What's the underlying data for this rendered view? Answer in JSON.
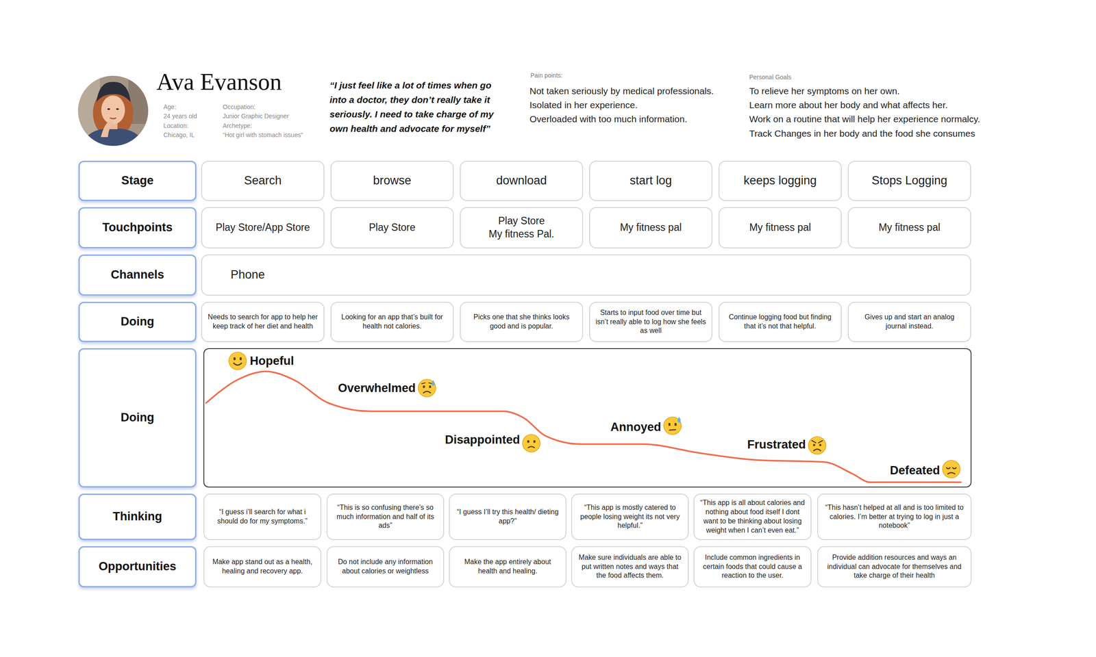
{
  "diagram": {
    "title": "Ava Evanson",
    "nodes": [
      {
        "text": [
          "Stage"
        ]
      },
      {
        "text": [
          "Search"
        ]
      },
      {
        "text": [
          "browse"
        ]
      },
      {
        "text": [
          "download"
        ]
      },
      {
        "text": [
          "start log"
        ]
      },
      {
        "text": [
          "keeps logging"
        ]
      },
      {
        "text": [
          "Stops Logging"
        ]
      },
      {
        "text": [
          "Touchpoints"
        ]
      },
      {
        "text": [
          "Play Store/App Store"
        ]
      },
      {
        "text": [
          "Play Store"
        ]
      },
      {
        "text": [
          "Play Store",
          "My fitness Pal."
        ]
      },
      {
        "text": [
          "My fitness pal"
        ]
      },
      {
        "text": [
          "My fitness pal"
        ]
      },
      {
        "text": [
          "My fitness pal"
        ]
      },
      {
        "text": [
          "Channels"
        ]
      },
      {
        "text": [
          "Phone"
        ]
      },
      {
        "text": [
          "Doing"
        ]
      },
      {
        "text": [
          "Needs to search for app to help her keep track of her diet and health"
        ]
      },
      {
        "text": [
          "Looking for an app that’s built for health not calories."
        ]
      },
      {
        "text": [
          "Picks one that she thinks looks good and is popular."
        ]
      },
      {
        "text": [
          "Starts to input food over time but isn’t really able to log how she feels as well"
        ]
      },
      {
        "text": [
          "Continue logging food but finding that it’s not that helpful."
        ]
      },
      {
        "text": [
          "Gives up and start an analog journal instead."
        ]
      },
      {
        "text": [
          "Doing"
        ]
      },
      {
        "text": [
          "Hopeful",
          "Overwhelmed",
          "Disappointed",
          "Annoyed",
          "Frustrated",
          "Defeated"
        ]
      },
      {
        "text": [
          "Thinking"
        ]
      },
      {
        "text": [
          "“I guess i’ll search for what i should do for my symptoms.”"
        ]
      },
      {
        "text": [
          "“This is so confusing there’s so much information and half of its ads”"
        ]
      },
      {
        "text": [
          "“I guess I’ll try this health/ dieting app?”"
        ]
      },
      {
        "text": [
          "“This app is mostly catered to people losing weight its not very helpful.”"
        ]
      },
      {
        "text": [
          "“This app is all about calories and nothing about food itself I dont want to be thinking about losing weight when I can’t even eat.”"
        ]
      },
      {
        "text": [
          "“This hasn’t helped at all and is too limited to calories. I’m better at trying to log in just a notebook”"
        ]
      },
      {
        "text": [
          "Opportunities"
        ]
      },
      {
        "text": [
          "Make app stand out as a health, healing and recovery app."
        ]
      },
      {
        "text": [
          "Do not include any information about calories or weightless"
        ]
      },
      {
        "text": [
          "Make the app entirely about health and healing."
        ]
      },
      {
        "text": [
          "Make sure individuals are able to put written notes and ways that the food affects them."
        ]
      },
      {
        "text": [
          "Include common ingredients in certain foods that could cause a reaction to the user."
        ]
      },
      {
        "text": [
          "Provide addition resources and ways an individual can advocate for themselves and take charge of their health"
        ]
      }
    ],
    "labels": [
      "Age:",
      "24 years old",
      "Location:",
      "Chicago, IL",
      "Occupation:",
      "Junior Graphic Designer",
      "Archetype:",
      "“Hot girl with stomach issues”",
      "“I just feel like a lot of times when go into a doctor, they don’t really take it seriously. I need to take charge of my own health and advocate for myself”",
      "Pain points:",
      "Not taken seriously by medical professionals.",
      "Isolated in her experience.",
      "Overloaded with too much information.",
      "Personal Goals",
      "To relieve her symptoms on her own.",
      "Learn more about her body and what affects her.",
      "Work on a routine that will help her experience normalcy.",
      "Track Changes in her body and the food she consumes"
    ]
  }
}
